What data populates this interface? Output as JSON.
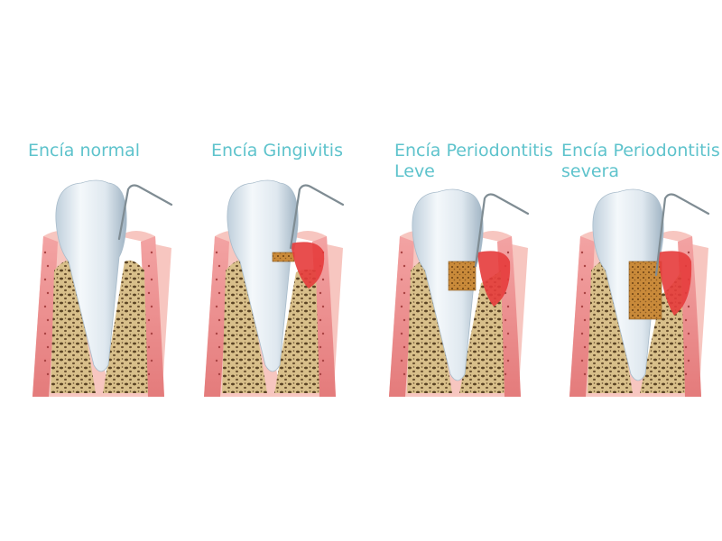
{
  "stages": [
    {
      "id": "normal",
      "label_lines": [
        "Encía normal"
      ],
      "severity": 0
    },
    {
      "id": "gingivitis",
      "label_lines": [
        "Encía Gingivitis"
      ],
      "severity": 1
    },
    {
      "id": "periodontitis-leve",
      "label_lines": [
        "Encía Periodontitis",
        "Leve"
      ],
      "severity": 2
    },
    {
      "id": "periodontitis-severa",
      "label_lines": [
        "Encía Periodontitis",
        "severa"
      ],
      "severity": 3
    }
  ],
  "colors": {
    "label": "#5ec3cc",
    "gum": "#ee8a8a",
    "gum_light": "#f7c6c0",
    "bone": "#d9c08c",
    "bone_pore": "#5a4324",
    "tooth": "#e6eef4",
    "tooth_shadow": "#a9bccb",
    "inflamed": "#e63b3b",
    "calculus": "#c98a3a",
    "probe": "#7f8c93"
  }
}
